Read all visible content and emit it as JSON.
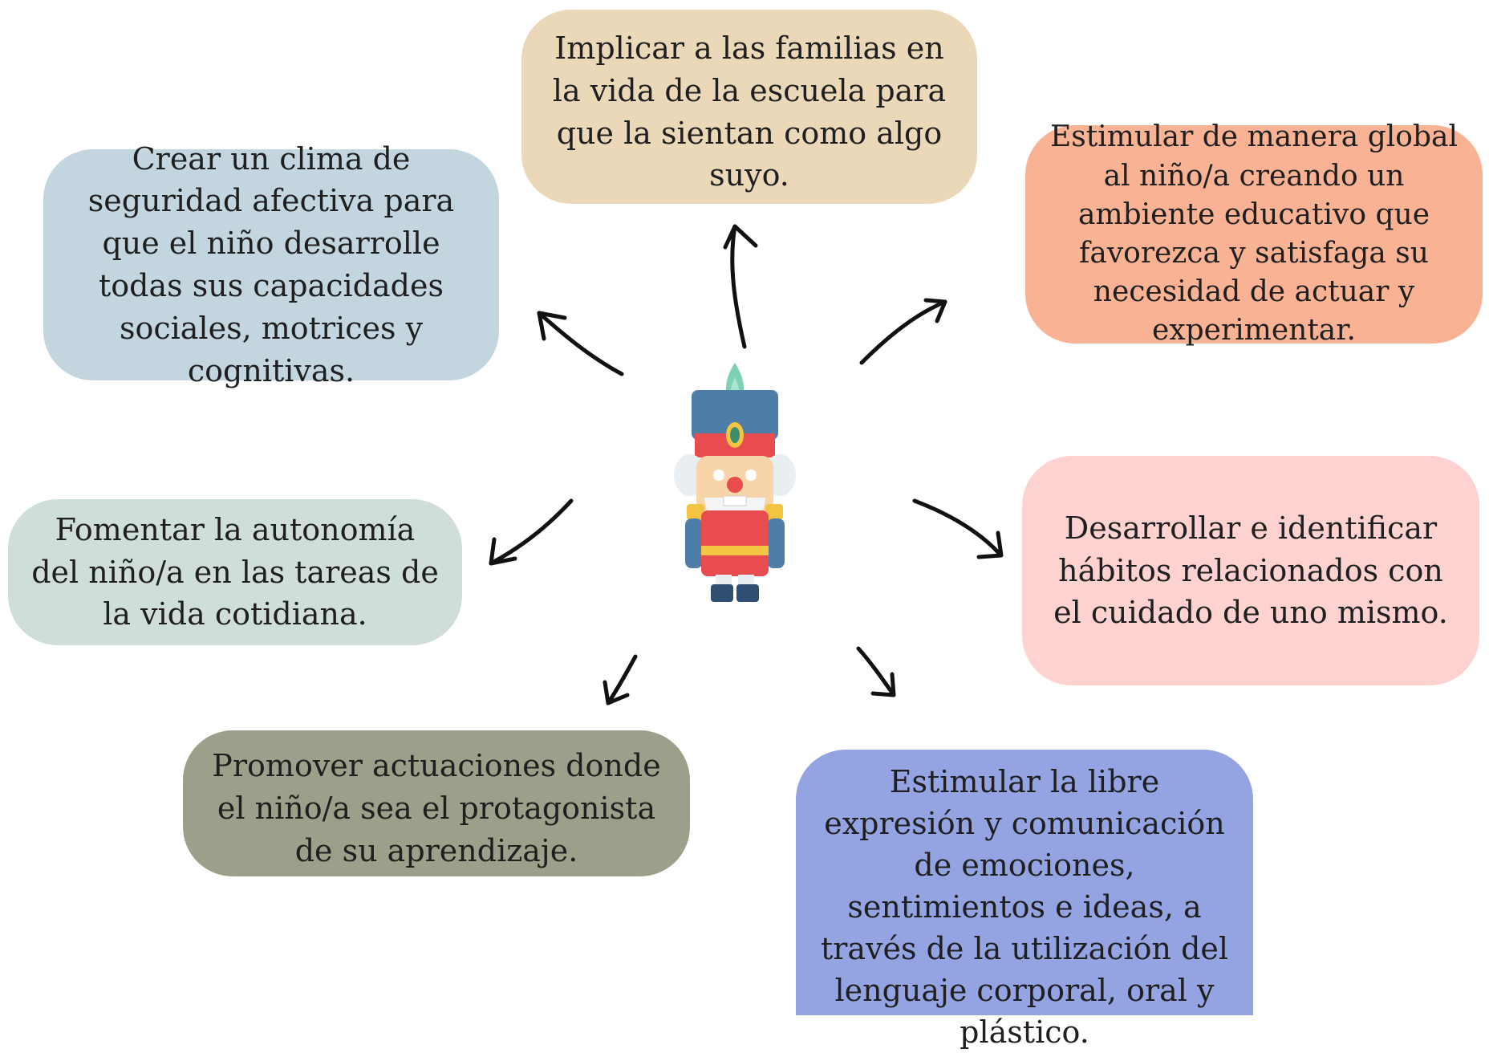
{
  "nodes": {
    "familias": "Implicar a las familias en la vida de la escuela para que la sientan como algo suyo.",
    "seguridad": "Crear un clima de seguridad afectiva para que el niño desarrolle todas sus capacidades sociales, motrices y cognitivas.",
    "global": "Estimular de manera global al niño/a creando un ambiente educativo que favorezca y satisfaga su necesidad de actuar y experimentar.",
    "autonomia": "Fomentar la autonomía del niño/a en las tareas de la vida cotidiana.",
    "habitos": "Desarrollar e identificar hábitos relacionados con el cuidado de uno mismo.",
    "protagonista": "Promover actuaciones donde el niño/a sea el protagonista de su aprendizaje.",
    "expresion": "Estimular la libre expresión y comunicación de emociones, sentimientos e ideas, a través de la utilización del lenguaje corporal, oral y plástico."
  },
  "colors": {
    "familias": "#ead8b9",
    "seguridad": "#c3d5de",
    "global": "#f9b293",
    "autonomia": "#cfded6",
    "habitos": "#fdd2d1",
    "protagonista": "#9ca08a",
    "expresion": "#94a3e2"
  },
  "center_icon": "nutcracker-icon"
}
